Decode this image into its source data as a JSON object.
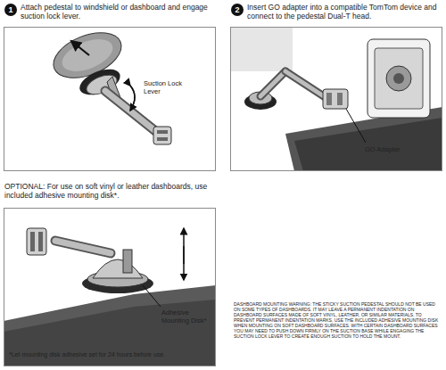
{
  "diagram": {
    "nodes": [
      {
        "text": [
          "1",
          "Attach pedestal to windshield or dashboard and engage suction lock lever.",
          "Suction Lock Lever"
        ]
      },
      {
        "text": [
          "2",
          "Insert GO adapter into a compatible TomTom device and connect to the pedestal Dual-T head.",
          "GO Adapter"
        ]
      },
      {
        "text": [
          "OPTIONAL: For use on soft vinyl or leather dashboards, use included adhesive mounting disk*.",
          "Adhesive Mounting Disk*",
          "*Let mounting disk adhesive set for 24 hours before use."
        ]
      }
    ],
    "labels": [
      "DASHBOARD MOUNTING WARNING: THE STICKY SUCTION PEDESTAL SHOULD NOT BE USED ON SOME TYPES OF DASHBOARDS. IT MAY LEAVE A PERMANENT INDENTATION ON DASHBOARD SURFACES MADE OF SOFT VINYL, LEATHER, OR SIMILAR MATERIALS. TO PREVENT PERMANENT INDENTATION MARKS, USE THE INCLUDED ADHESIVE MOUNTING DISK WHEN MOUNTING ON SOFT DASHBOARD SURFACES. WITH CERTAIN DASHBOARD SURFACES YOU MAY NEED TO PUSH DOWN FIRMLY ON THE SUCTION BASE WHILE ENGAGING THE SUCTION LOCK LEVER TO CREATE ENOUGH SUCTION TO HOLD THE MOUNT."
    ]
  }
}
